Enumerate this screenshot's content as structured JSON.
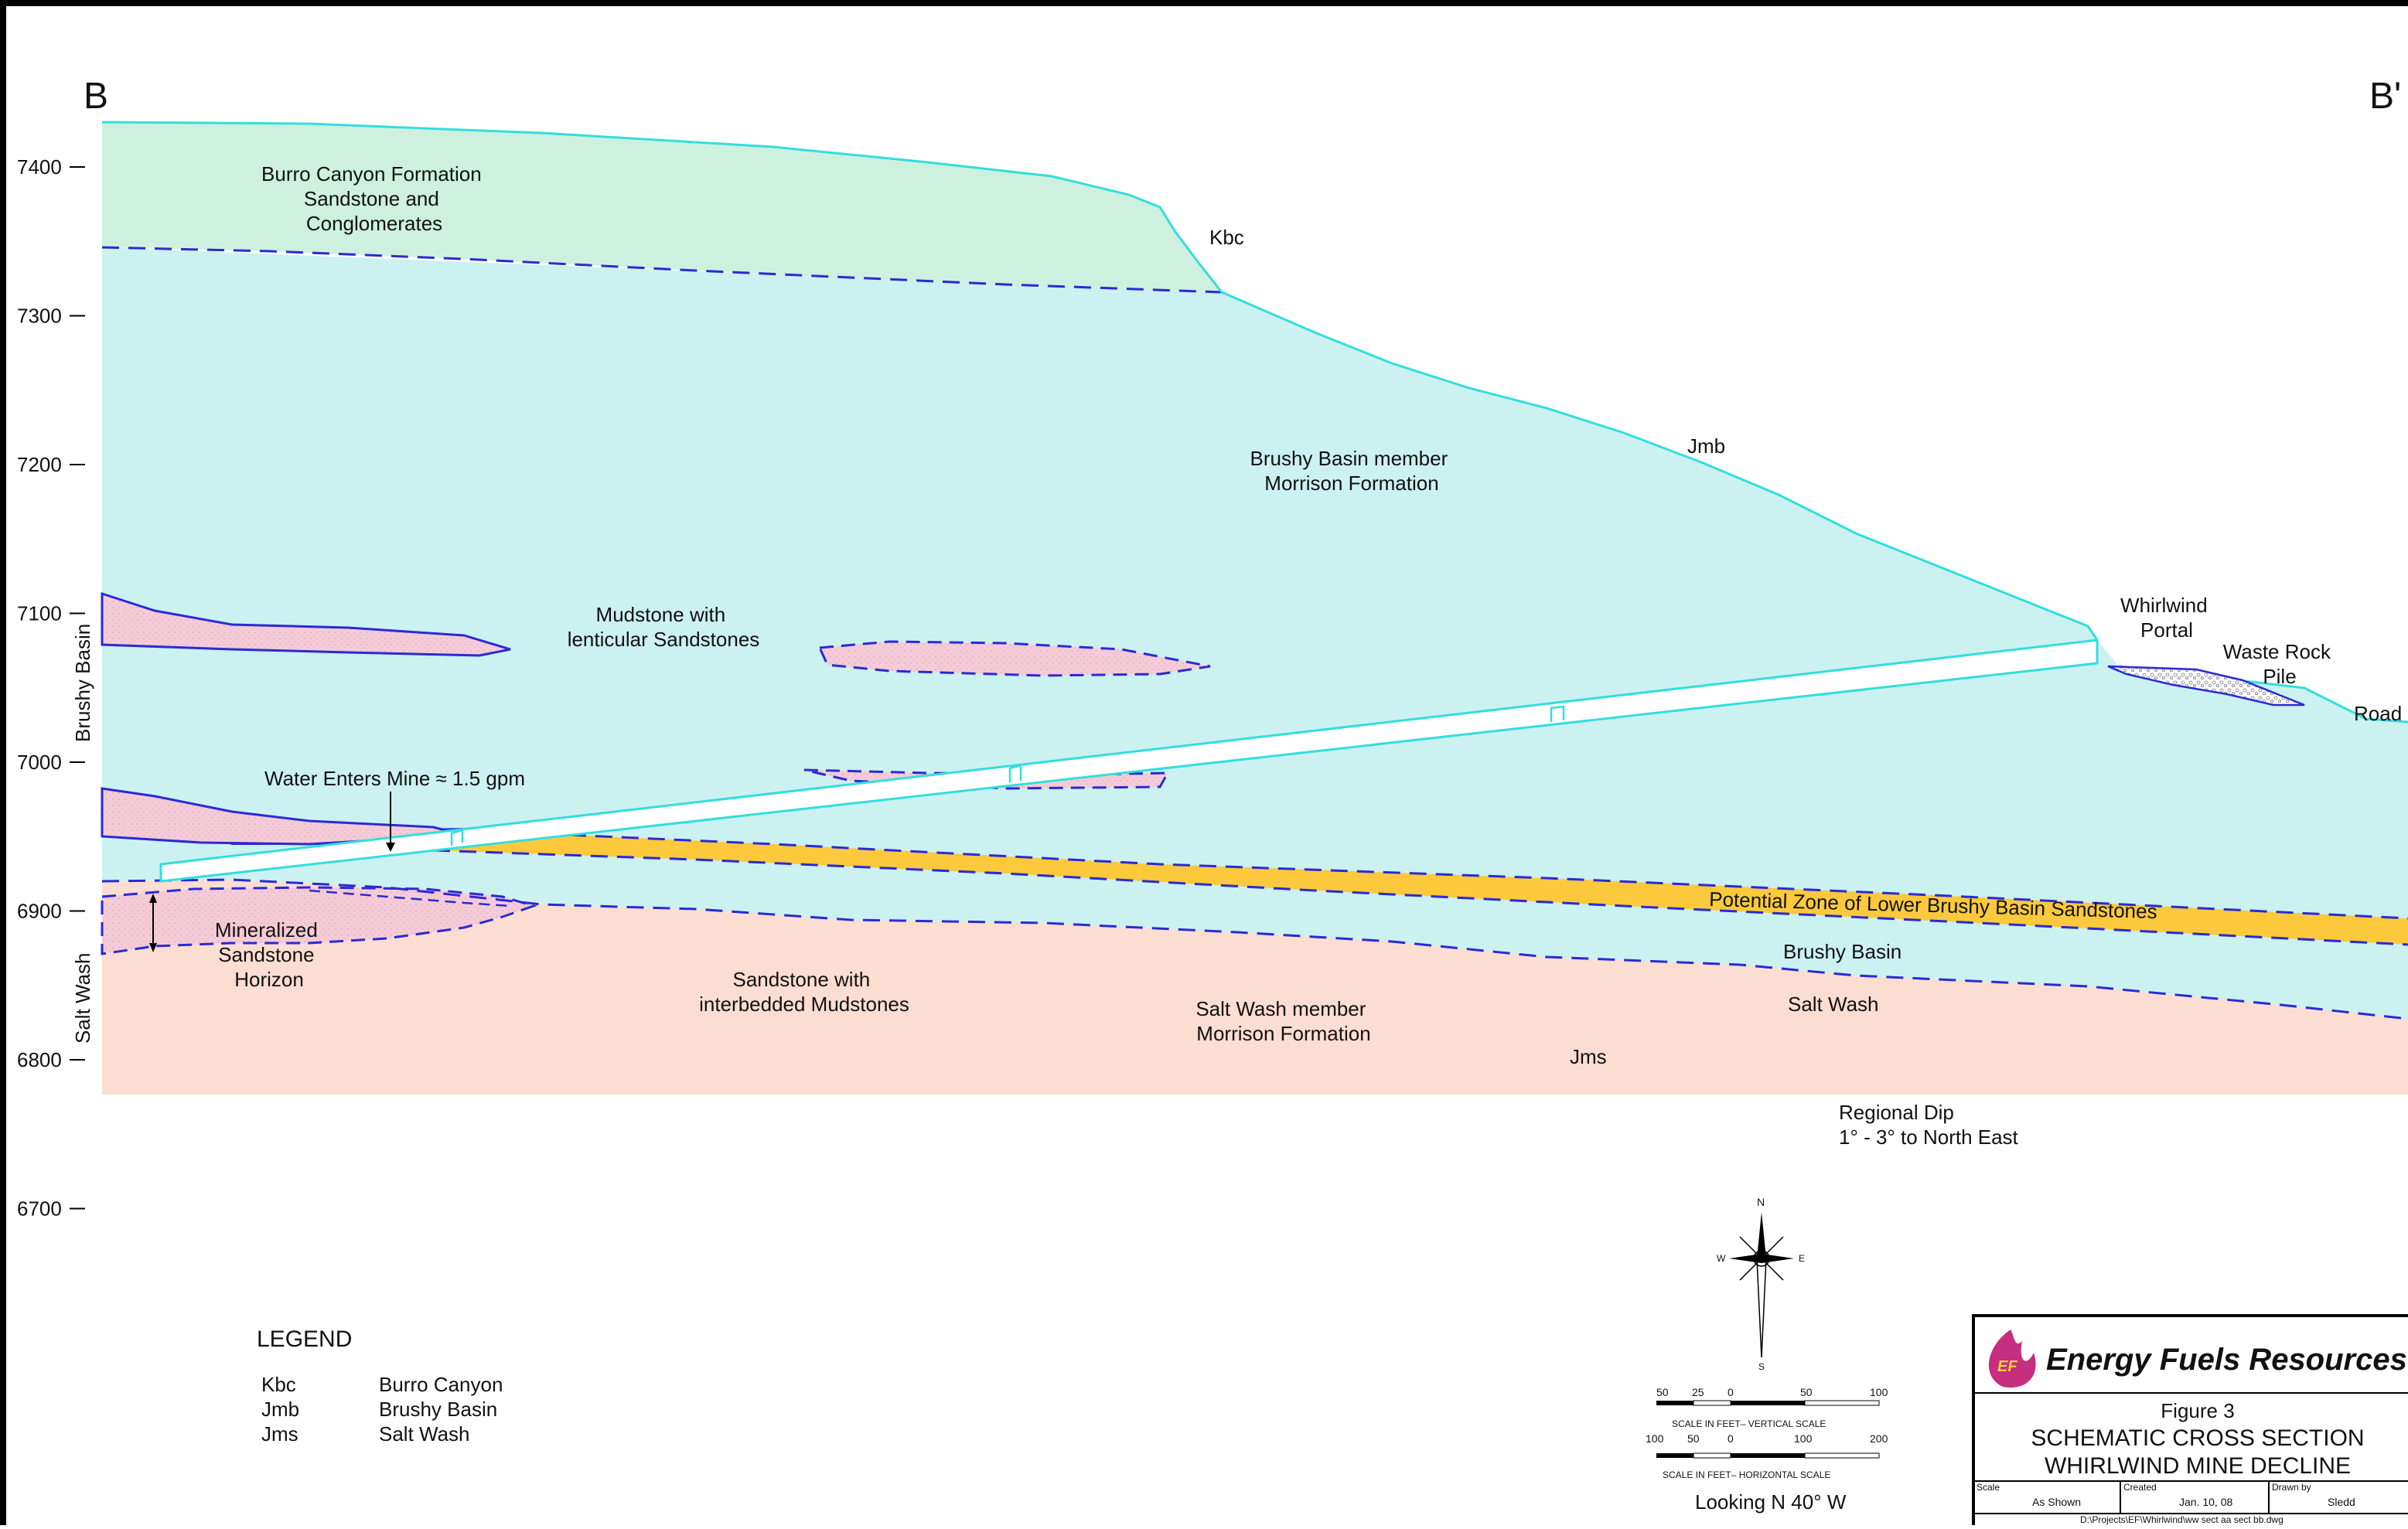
{
  "section_ends": {
    "left": "B",
    "right": "B'"
  },
  "elevation_axis": {
    "ticks": [
      {
        "label": "7400",
        "value": 7400
      },
      {
        "label": "7300",
        "value": 7300
      },
      {
        "label": "7200",
        "value": 7200
      },
      {
        "label": "7100",
        "value": 7100
      },
      {
        "label": "7000",
        "value": 7000
      },
      {
        "label": "6900",
        "value": 6900
      },
      {
        "label": "6800",
        "value": 6800
      },
      {
        "label": "6700",
        "value": 6700
      }
    ],
    "zone_labels": {
      "upper": "Brushy Basin",
      "lower": "Salt Wash"
    }
  },
  "labels": {
    "burro_canyon": [
      "Burro Canyon Formation",
      "Sandstone and",
      "Conglomerates"
    ],
    "kbc": "Kbc",
    "brushy_basin_member": [
      "Brushy Basin member",
      "Morrison Formation"
    ],
    "jmb": "Jmb",
    "mudstone": [
      "Mudstone with",
      "lenticular Sandstones"
    ],
    "whirlwind_portal": [
      "Whirlwind",
      "Portal"
    ],
    "waste_rock": [
      "Waste Rock",
      "Pile"
    ],
    "road": "Road",
    "water_enters": "Water Enters Mine ≈ 1.5 gpm",
    "mineralized": [
      "Mineralized",
      "Sandstone",
      "Horizon"
    ],
    "potential_zone": "Potential Zone of Lower Brushy Basin Sandstones",
    "brushy_basin": "Brushy Basin",
    "salt_wash": "Salt Wash",
    "sandstone_interbedded": [
      "Sandstone with",
      "interbedded Mudstones"
    ],
    "salt_wash_member": [
      "Salt Wash member",
      "Morrison Formation"
    ],
    "jms": "Jms",
    "regional_dip": [
      "Regional Dip",
      "1° - 3° to North East"
    ]
  },
  "legend": {
    "title": "LEGEND",
    "items": [
      {
        "code": "Kbc",
        "name": "Burro Canyon"
      },
      {
        "code": "Jmb",
        "name": "Brushy Basin"
      },
      {
        "code": "Jms",
        "name": "Salt Wash"
      }
    ]
  },
  "compass": {
    "n": "N",
    "s": "S",
    "e": "E",
    "w": "W"
  },
  "scales": {
    "vertical": {
      "ticks": [
        "50",
        "25",
        "0",
        "50",
        "100"
      ],
      "caption": "SCALE  IN  FEET–  VERTICAL  SCALE"
    },
    "horizontal": {
      "ticks": [
        "100",
        "50",
        "0",
        "100",
        "200"
      ],
      "caption": "SCALE  IN  FEET–  HORIZONTAL  SCALE"
    },
    "looking": "Looking N 40° W"
  },
  "title_block": {
    "company": "Energy Fuels Resources",
    "logo_text": "EF",
    "figure": "Figure 3",
    "title_line1": "SCHEMATIC CROSS SECTION",
    "title_line2": "WHIRLWIND MINE DECLINE",
    "fields": [
      {
        "label": "Scale",
        "value": "As Shown"
      },
      {
        "label": "Created",
        "value": "Jan. 10, 08"
      },
      {
        "label": "Drawn by",
        "value": "Sledd"
      }
    ],
    "path": "D:\\Projects\\EF\\Whirlwind\\ww sect aa  sect bb.dwg"
  },
  "colors": {
    "burro_canyon": "#cdf1de",
    "brushy_basin": "#ccf1f1",
    "salt_wash": "#fcddd1",
    "sandstone_lens": "#f5cbd8",
    "potential_zone": "#fcc93c",
    "surface_line": "#33dede",
    "contact_line": "#2a2ad4",
    "border": "#000000"
  }
}
